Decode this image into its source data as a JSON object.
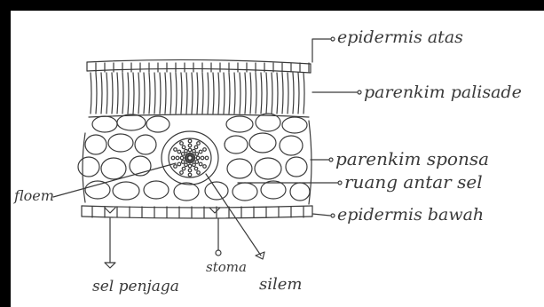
{
  "diagram": {
    "labels": {
      "epidermis_atas": "epidermis atas",
      "parenkim_palisade": "parenkim palisade",
      "parenkim_sponsa": "parenkim sponsa",
      "ruang_antar_sel": "ruang antar sel",
      "epidermis_bawah": "epidermis bawah",
      "floem": "floem",
      "sel_penjaga": "sel penjaga",
      "stoma": "stoma",
      "silem": "silem"
    },
    "colors": {
      "frame": "#000000",
      "paper": "#ffffff",
      "ink": "#3a3a3a"
    }
  }
}
